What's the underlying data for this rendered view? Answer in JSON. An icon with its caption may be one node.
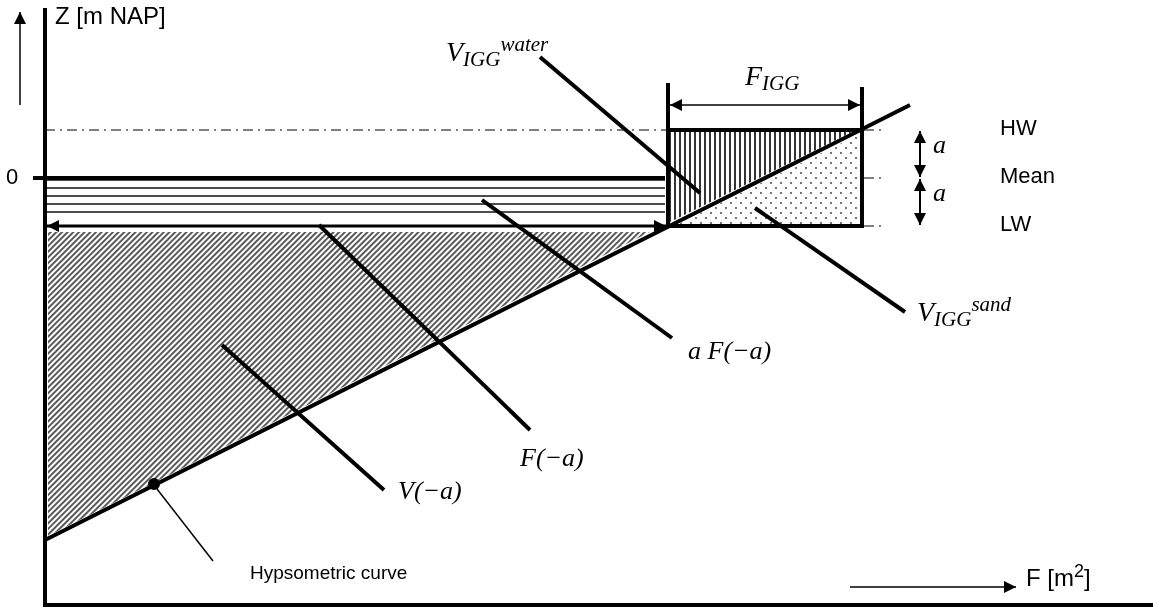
{
  "diagram": {
    "nodes": [
      {
        "text": [
          "V$_{IGG}$$^{water}$"
        ]
      },
      {
        "text": [],
        "shape": "box"
      },
      {
        "text": [],
        "shape": "triangle",
        "in": 1
      },
      {
        "text": [
          "V$_{IGG}$$^{sand}$"
        ]
      },
      {
        "text": [],
        "shape": "triangle",
        "in": 1
      },
      {
        "text": [
          "a F(−a)"
        ]
      },
      {
        "text": [],
        "shape": "band"
      },
      {
        "text": [
          "F(−a)"
        ]
      },
      {
        "text": [],
        "shape": "line"
      },
      {
        "text": [
          "V(−a)"
        ]
      },
      {
        "text": [],
        "shape": "triangle"
      },
      {
        "text": [
          "Hypsometric curve"
        ]
      },
      {
        "text": [],
        "shape": "circle",
        "in": 10
      }
    ],
    "edges": [
      {
        "from": 0,
        "to": 2,
        "arrow": "none"
      },
      {
        "from": 3,
        "to": 4,
        "arrow": "none"
      },
      {
        "from": 5,
        "to": 6,
        "arrow": "none"
      },
      {
        "from": 7,
        "to": 8,
        "arrow": "none"
      },
      {
        "from": 9,
        "to": 10,
        "arrow": "none"
      },
      {
        "from": 11,
        "to": 12,
        "arrow": "none"
      }
    ],
    "labels": [
      "Z [m NAP]",
      "0",
      "F$_{IGG}$",
      "HW",
      "Mean",
      "LW",
      "a",
      "a",
      "F [m$^{2}$]"
    ]
  }
}
